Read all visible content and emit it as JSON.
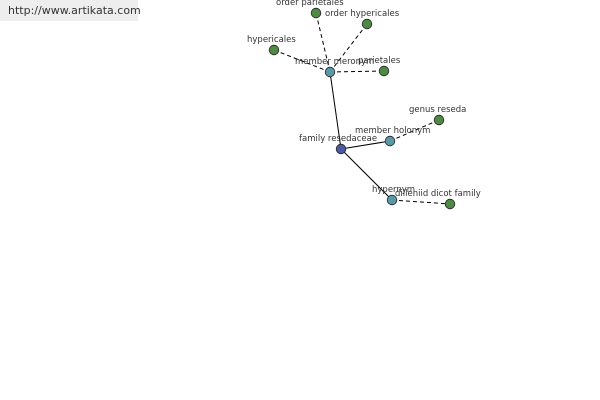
{
  "watermark": "http://www.artikata.com",
  "colors": {
    "center": "#4a5aa0",
    "relation": "#5a9aa8",
    "leaf": "#4e8a44",
    "stroke": "#222222",
    "edge": "#000000"
  },
  "nodes": {
    "center": {
      "label": "family resedaceae",
      "kind": "center"
    },
    "mem_mer": {
      "label": "member meronym",
      "kind": "relation"
    },
    "mem_hol": {
      "label": "member holonym",
      "kind": "relation"
    },
    "hypernym": {
      "label": "hypernym",
      "kind": "relation"
    },
    "order_par": {
      "label": "order parietales",
      "kind": "leaf"
    },
    "order_hyp": {
      "label": "order hypericales",
      "kind": "leaf"
    },
    "hypericales": {
      "label": "hypericales",
      "kind": "leaf"
    },
    "parietales": {
      "label": "parietales",
      "kind": "leaf"
    },
    "genus_reseda": {
      "label": "genus reseda",
      "kind": "leaf"
    },
    "dilleniid": {
      "label": "dilleniid dicot family",
      "kind": "leaf"
    }
  },
  "edges": [
    {
      "from": "center",
      "to": "mem_mer",
      "style": "solid"
    },
    {
      "from": "center",
      "to": "mem_hol",
      "style": "solid"
    },
    {
      "from": "center",
      "to": "hypernym",
      "style": "solid"
    },
    {
      "from": "mem_mer",
      "to": "order_par",
      "style": "dashed"
    },
    {
      "from": "mem_mer",
      "to": "order_hyp",
      "style": "dashed"
    },
    {
      "from": "mem_mer",
      "to": "hypericales",
      "style": "dashed"
    },
    {
      "from": "mem_mer",
      "to": "parietales",
      "style": "dashed"
    },
    {
      "from": "mem_hol",
      "to": "genus_reseda",
      "style": "dashed"
    },
    {
      "from": "hypernym",
      "to": "dilleniid",
      "style": "dashed"
    }
  ]
}
